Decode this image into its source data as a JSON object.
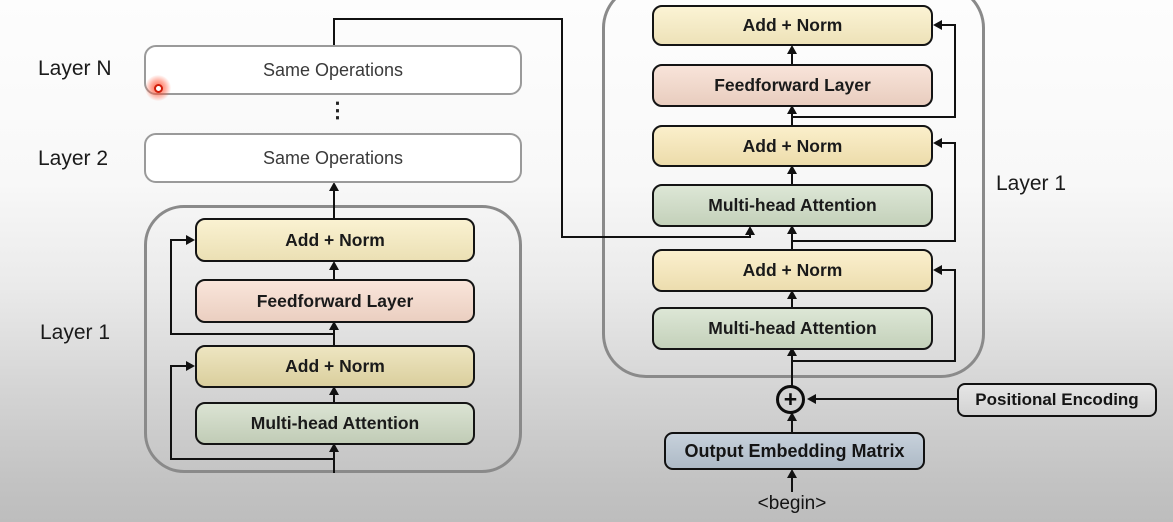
{
  "encoder": {
    "layer_n_label": "Layer N",
    "layer_2_label": "Layer 2",
    "layer_1_label": "Layer 1",
    "same_operations_n": "Same Operations",
    "same_operations_2": "Same Operations",
    "ellipsis": "⋮",
    "blocks": [
      {
        "label": "Add + Norm",
        "color": "#f8ecbe"
      },
      {
        "label": "Feedforward Layer",
        "color": "#f7dacb"
      },
      {
        "label": "Add + Norm",
        "color": "#e6daa6"
      },
      {
        "label": "Multi-head Attention",
        "color": "#cbd7c0"
      }
    ]
  },
  "decoder": {
    "layer_1_label": "Layer 1",
    "blocks": [
      {
        "label": "Add + Norm",
        "color": "#faeec2"
      },
      {
        "label": "Feedforward Layer",
        "color": "#f5d8c9"
      },
      {
        "label": "Add + Norm",
        "color": "#f9e8b4"
      },
      {
        "label": "Multi-head Attention",
        "color": "#cedcc4"
      },
      {
        "label": "Add + Norm",
        "color": "#f9e9b8"
      },
      {
        "label": "Multi-head Attention",
        "color": "#cedcc4"
      }
    ]
  },
  "embedding": {
    "plus_symbol": "+",
    "positional_encoding_label": "Positional Encoding",
    "positional_encoding_color": "#dedede",
    "output_embedding_label": "Output Embedding Matrix",
    "output_embedding_color": "#b7c4d1",
    "begin_token": "<begin>"
  },
  "cursor": {
    "color": "#cf1d0a"
  }
}
